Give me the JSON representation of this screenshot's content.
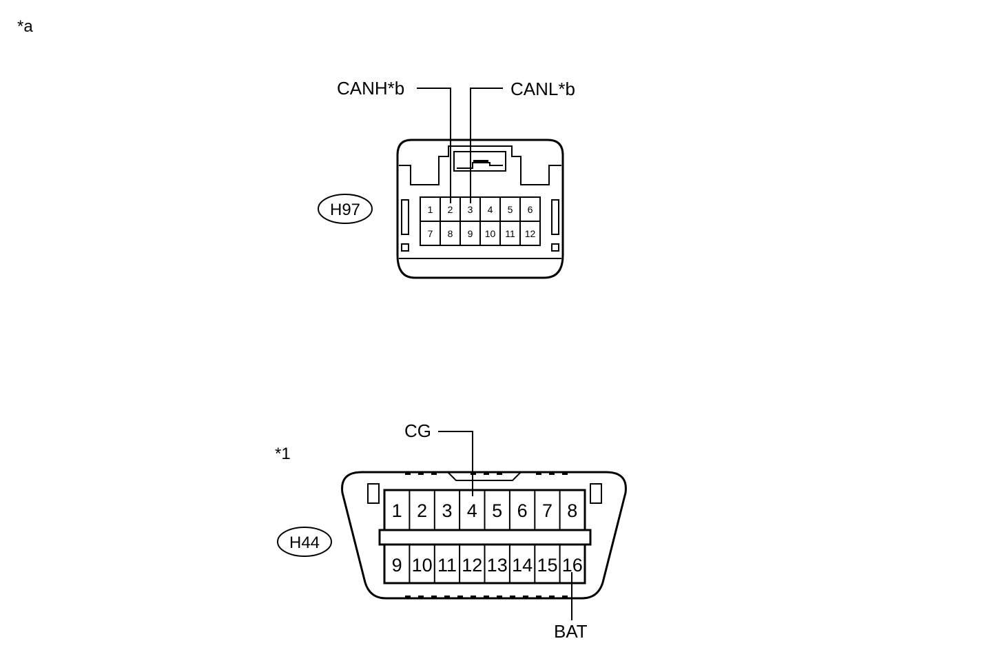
{
  "figure_marker": "*a",
  "upper_connector": {
    "code": "H97",
    "pins": [
      "1",
      "2",
      "3",
      "4",
      "5",
      "6",
      "7",
      "8",
      "9",
      "10",
      "11",
      "12"
    ],
    "callouts": {
      "pin2": "CANH*b",
      "pin3": "CANL*b"
    }
  },
  "lower_connector": {
    "marker": "*1",
    "code": "H44",
    "pins": [
      "1",
      "2",
      "3",
      "4",
      "5",
      "6",
      "7",
      "8",
      "9",
      "10",
      "11",
      "12",
      "13",
      "14",
      "15",
      "16"
    ],
    "callouts": {
      "pin4": "CG",
      "pin16": "BAT"
    }
  }
}
